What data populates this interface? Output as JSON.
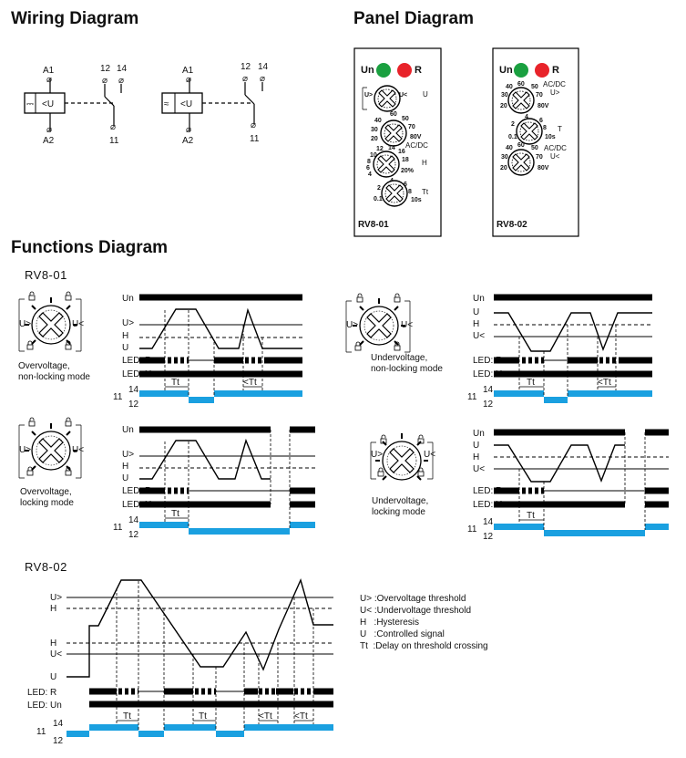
{
  "headings": {
    "wiring": "Wiring Diagram",
    "panel": "Panel Diagram",
    "functions": "Functions Diagram"
  },
  "wiring": {
    "a1": "A1",
    "a2": "A2",
    "t12": "12",
    "t14": "14",
    "t11": "11",
    "dc_symbol": "⎓",
    "ac_symbol": "≈",
    "coil_label": "<U"
  },
  "panel": {
    "un": "Un",
    "r": "R",
    "color_green": "#1aa040",
    "color_red": "#e8232a",
    "rv801": {
      "model": "RV8-01",
      "k1_left": "U>",
      "k1_right": "U<",
      "k1_side": "U",
      "k2_top": "60",
      "k2_t1": "40",
      "k2_t2": "50",
      "k2_t3": "70",
      "k2_l1": "30",
      "k2_l2": "20",
      "k2_r1": "80V",
      "k2_side": "AC/DC",
      "k3_t": "14",
      "k3_l1": "12",
      "k3_l2": "10",
      "k3_l3": "8",
      "k3_l4": "6",
      "k3_l5": "4",
      "k3_r1": "16",
      "k3_r2": "18",
      "k3_r3": "20%",
      "k3_side": "H",
      "k4_t": "4",
      "k4_l1": "2",
      "k4_l2": "0.1",
      "k4_r1": "6",
      "k4_r2": "8",
      "k4_r3": "10s",
      "k4_side": "Tt"
    },
    "rv802": {
      "model": "RV8-02",
      "k1_top": "60",
      "k1_t1": "40",
      "k1_t2": "50",
      "k1_t3": "70",
      "k1_l1": "30",
      "k1_l2": "20",
      "k1_r1": "80V",
      "k1_side1": "AC/DC",
      "k1_side2": "U>",
      "k2_t": "4",
      "k2_l1": "2",
      "k2_l2": "0.1",
      "k2_r1": "6",
      "k2_r2": "8",
      "k2_r3": "10s",
      "k2_side": "T",
      "k3_top": "60",
      "k3_t1": "40",
      "k3_t2": "50",
      "k3_t3": "70",
      "k3_l1": "30",
      "k3_l2": "20",
      "k3_r1": "80V",
      "k3_side1": "AC/DC",
      "k3_side2": "U<"
    }
  },
  "functions": {
    "rv801_title": "RV8-01",
    "rv802_title": "RV8-02",
    "labels": {
      "un": "Un",
      "uover": "U>",
      "uunder": "U<",
      "h": "H",
      "u": "U",
      "led_r": "LED: R",
      "led_un": "LED: Un",
      "t14": "14",
      "t11": "11",
      "t12": "12",
      "tt": "Tt",
      "ltt": "<Tt"
    },
    "modes": {
      "ov_nl": [
        "Overvoltage,",
        "non-locking mode"
      ],
      "ov_l": [
        "Overvoltage,",
        "locking mode"
      ],
      "uv_nl": [
        "Undervoltage,",
        "non-locking mode"
      ],
      "uv_l": [
        "Undervoltage,",
        "locking mode"
      ]
    },
    "knob_left": "U>",
    "knob_right": "U<"
  },
  "legend": [
    "U> :Overvoltage threshold",
    "U< :Undervoltage threshold",
    "H   :Hysteresis",
    "U   :Controlled signal",
    "Tt  :Delay on threshold crossing"
  ],
  "colors": {
    "relay_blue": "#1aa0e0",
    "signal_black": "#000000"
  }
}
